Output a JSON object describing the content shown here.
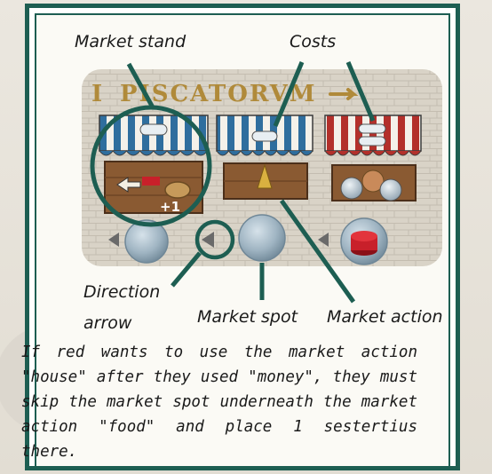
{
  "labels": {
    "market_stand": "Market stand",
    "costs": "Costs",
    "direction_arrow_line1": "Direction",
    "direction_arrow_line2": "arrow",
    "market_spot": "Market spot",
    "market_action": "Market action"
  },
  "board": {
    "title": "PISCATORVM",
    "stall_bonus": "+1"
  },
  "caption": "If red wants to use the market action \"house\" after they used \"money\", they must skip the market spot underneath the market action \"food\" and place 1 sestertius there.",
  "colors": {
    "frame": "#1d5e52",
    "leader": "#1d5e52",
    "awning_blue": "#2f6e9e",
    "awning_red": "#b3302b",
    "red_token": "#c8202a"
  }
}
